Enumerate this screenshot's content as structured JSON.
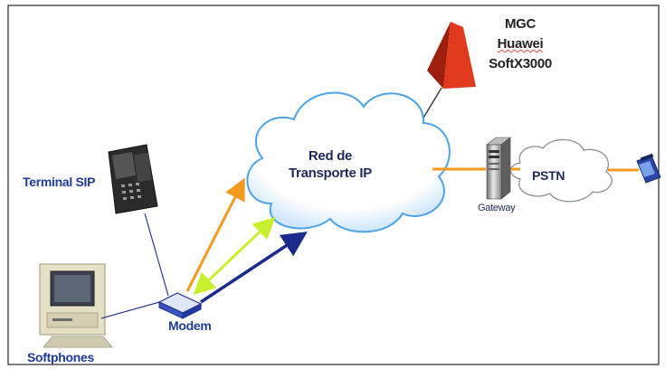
{
  "mgc": {
    "line1": "MGC",
    "line2": "Huawei",
    "line3": "SoftX3000"
  },
  "cloud": {
    "line1": "Red de",
    "line2": "Transporte IP"
  },
  "pstn_label": "PSTN",
  "gateway_label": "Gateway",
  "terminal_sip_label": "Terminal SIP",
  "modem_label": "Modem",
  "softphones_label": "Softphones",
  "colors": {
    "link_orange": "#f39a1f",
    "link_green": "#c8f02c",
    "link_navy": "#1a2b8c",
    "thin_link": "#2b3a8a",
    "mgc_red": "#e0391c",
    "cloud_stroke": "#4da3e8"
  }
}
